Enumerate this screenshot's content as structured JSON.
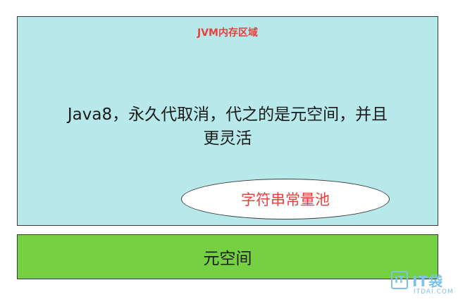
{
  "diagram": {
    "jvm_region": {
      "title": "JVM内存区域",
      "description_line1": "Java8，永久代取消，代之的是元空间，并且",
      "description_line2": "更灵活",
      "string_pool_label": "字符串常量池",
      "fill_color": "#b7e8ea"
    },
    "metaspace": {
      "label": "元空间",
      "fill_color": "#75d142"
    }
  },
  "watermark": {
    "mark": "IT",
    "brand": "IT袋",
    "site": "ITDAI.COM",
    "color": "#7ec3e6"
  },
  "colors": {
    "accent_red": "#e8413c",
    "border": "#3a3a3a"
  }
}
